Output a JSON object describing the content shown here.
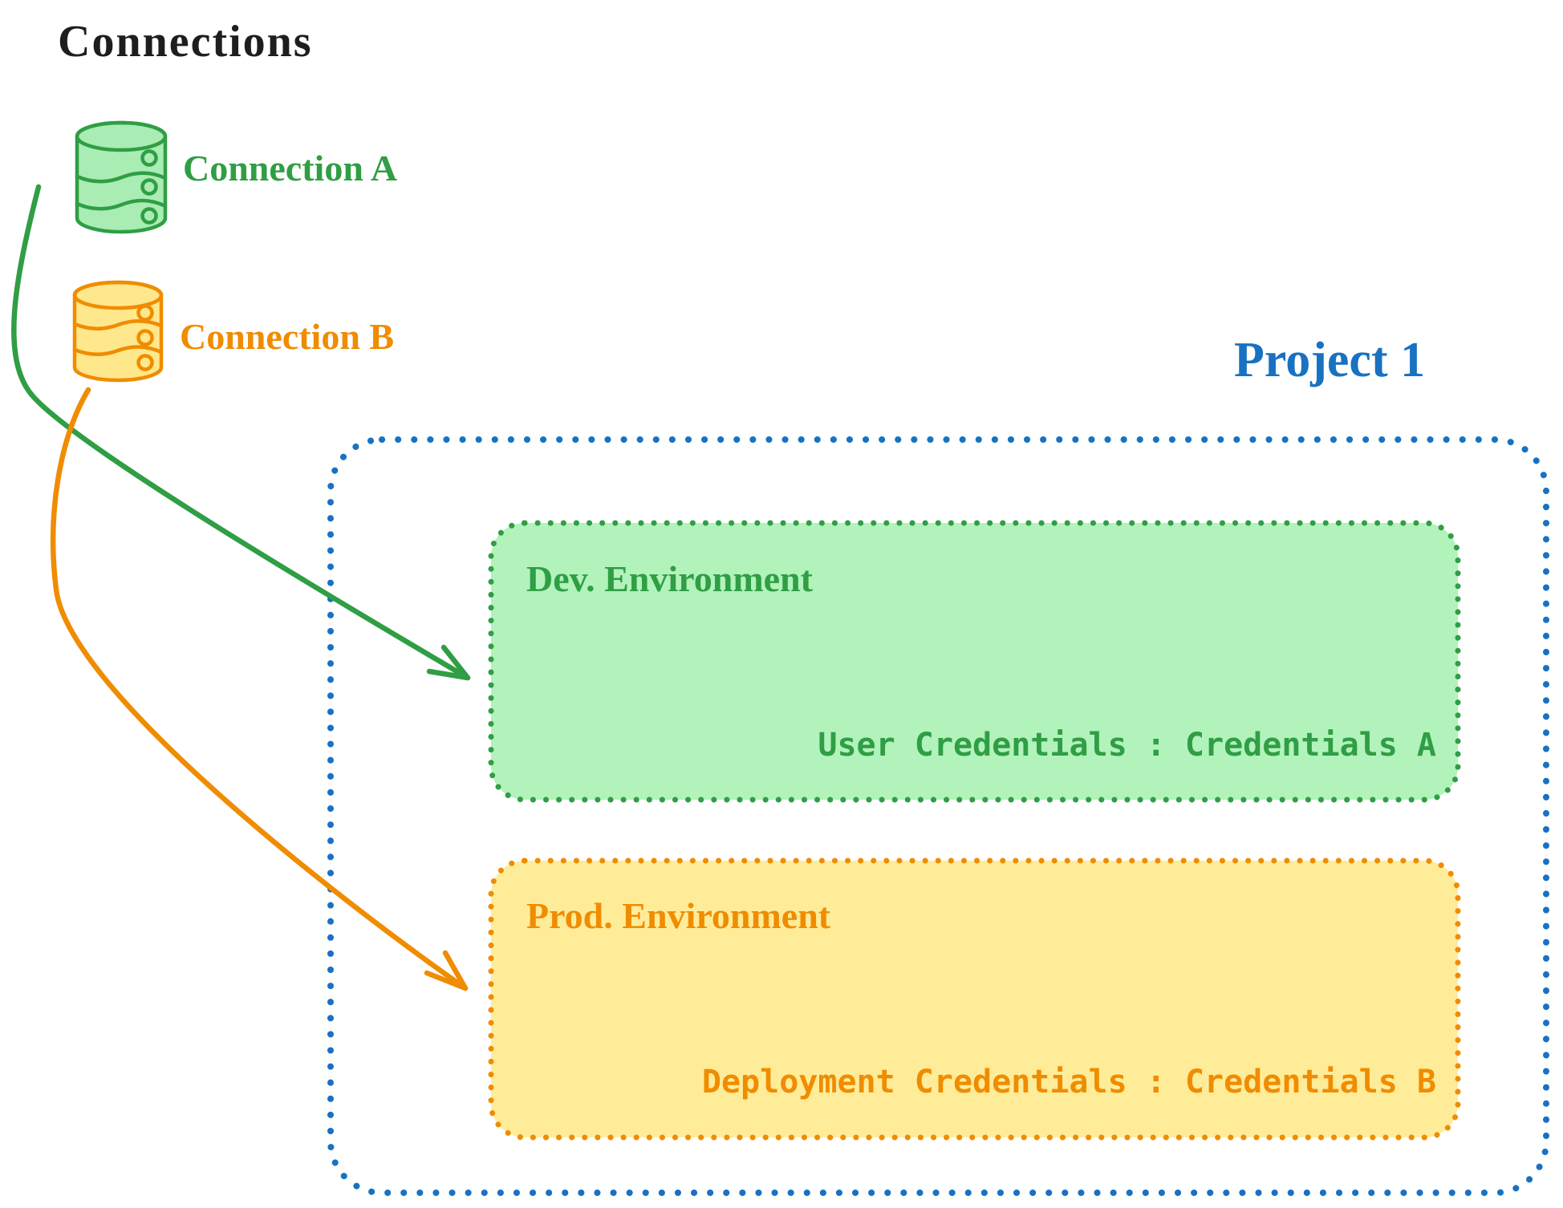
{
  "heading": "Connections",
  "connections": {
    "items": [
      {
        "label": "Connection A",
        "icon": "database-icon",
        "color": "#2f9e44"
      },
      {
        "label": "Connection B",
        "icon": "database-icon",
        "color": "#f08c00"
      }
    ]
  },
  "project": {
    "title": "Project 1",
    "environments": [
      {
        "title": "Dev. Environment",
        "credentials": "User Credentials : Credentials A"
      },
      {
        "title": "Prod. Environment",
        "credentials": "Deployment Credentials : Credentials B"
      }
    ]
  },
  "arrows": [
    {
      "from": "Connection A",
      "to": "Dev. Environment"
    },
    {
      "from": "Connection B",
      "to": "Prod. Environment"
    }
  ],
  "colors": {
    "ink": "#1e1e1e",
    "green": "#2f9e44",
    "green_fill": "#b2f2bb",
    "green_icon_fill": "#a9ecb4",
    "orange": "#f08c00",
    "orange_fill": "#ffec99",
    "orange_icon_fill": "#ffe88c",
    "blue": "#1971c2",
    "bg": "#ffffff"
  }
}
